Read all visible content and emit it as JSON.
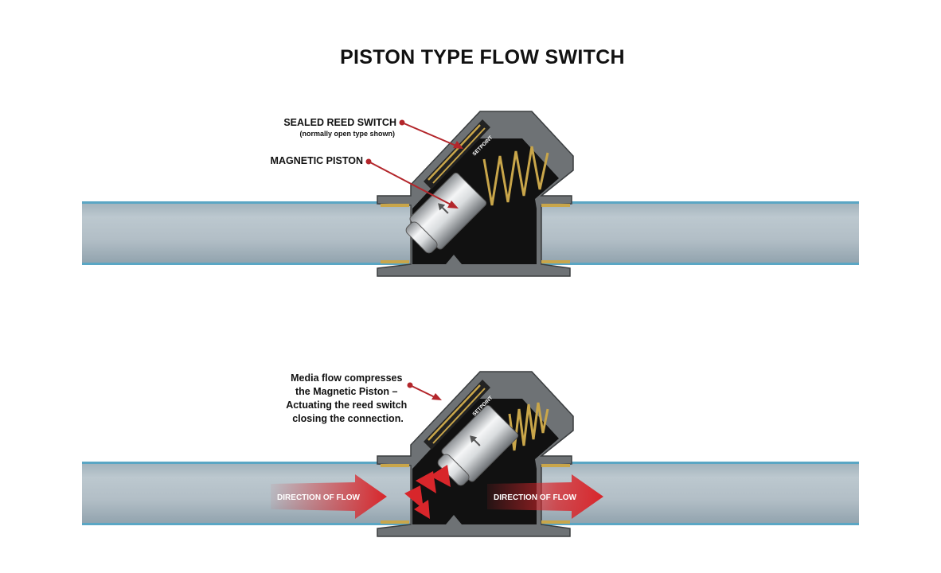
{
  "title": "PISTON TYPE FLOW SWITCH",
  "top_diagram": {
    "label_reed_switch": "SEALED REED SWITCH",
    "label_reed_switch_note": "(normally open type shown)",
    "label_magnetic_piston": "MAGNETIC PISTON",
    "brand": "SETPOINT"
  },
  "bottom_diagram": {
    "caption_lines": [
      "Media flow compresses",
      "the Magnetic Piston –",
      "Actuating the reed switch",
      "closing the connection."
    ],
    "flow_label_left": "DIRECTION OF FLOW",
    "flow_label_right": "DIRECTION OF FLOW",
    "brand": "SETPOINT"
  },
  "colors": {
    "pipe_edge": "#5aa6c4",
    "pipe_fill": "#b6c2c9",
    "body_gray": "#6e7275",
    "interior": "#111111",
    "spring_gold": "#c9a64a",
    "leader_red": "#b3262b",
    "flow_red": "#d8262b"
  }
}
